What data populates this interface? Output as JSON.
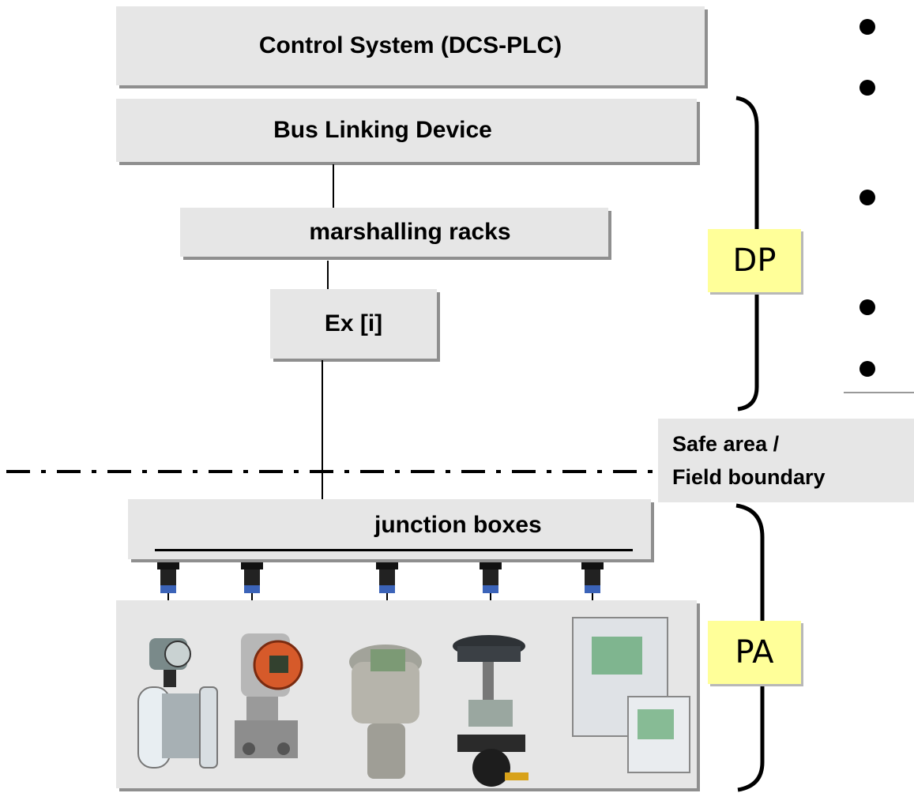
{
  "layers": {
    "control_system": "Control System (DCS-PLC)",
    "bus_linking_device": "Bus Linking Device",
    "marshalling_racks": "marshalling racks",
    "ex_i": "Ex [i]",
    "junction_boxes": "junction boxes"
  },
  "boundary": {
    "line1": "Safe area /",
    "line2": "Field boundary"
  },
  "tags": {
    "dp": "DP",
    "pa": "PA"
  },
  "colors": {
    "box_fill": "#e6e6e6",
    "box_shadow": "#8f8f8f",
    "tag_fill": "#ffff99"
  }
}
